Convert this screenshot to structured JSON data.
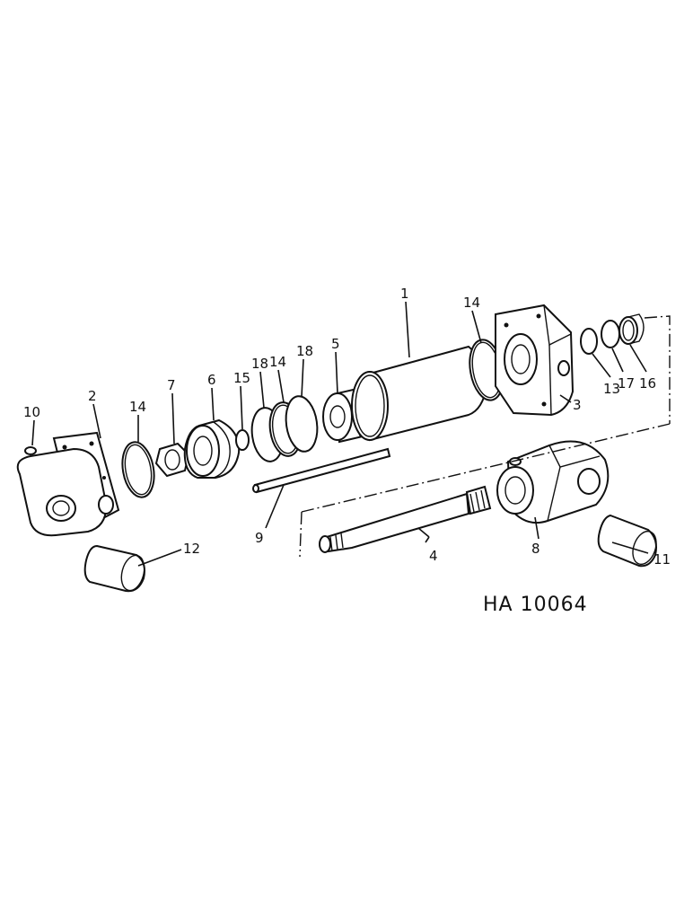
{
  "drawing_code": "HA 10064",
  "parts": [
    {
      "key": "cylinder_tube",
      "label": "1"
    },
    {
      "key": "base_end_cap",
      "label": "2"
    },
    {
      "key": "rod_end_head",
      "label": "3"
    },
    {
      "key": "piston_rod",
      "label": "4"
    },
    {
      "key": "spacer",
      "label": "5"
    },
    {
      "key": "piston",
      "label": "6"
    },
    {
      "key": "nut",
      "label": "7"
    },
    {
      "key": "rod_clevis",
      "label": "8"
    },
    {
      "key": "tie_rod",
      "label": "9"
    },
    {
      "key": "fitting",
      "label": "10"
    },
    {
      "key": "pin_right",
      "label": "11"
    },
    {
      "key": "pin_left",
      "label": "12"
    },
    {
      "key": "ring_13",
      "label": "13"
    },
    {
      "key": "o_ring_14",
      "label": "14"
    },
    {
      "key": "o_ring_15",
      "label": "15"
    },
    {
      "key": "wiper_16",
      "label": "16"
    },
    {
      "key": "ring_17",
      "label": "17"
    },
    {
      "key": "backup_ring_18",
      "label": "18"
    }
  ]
}
